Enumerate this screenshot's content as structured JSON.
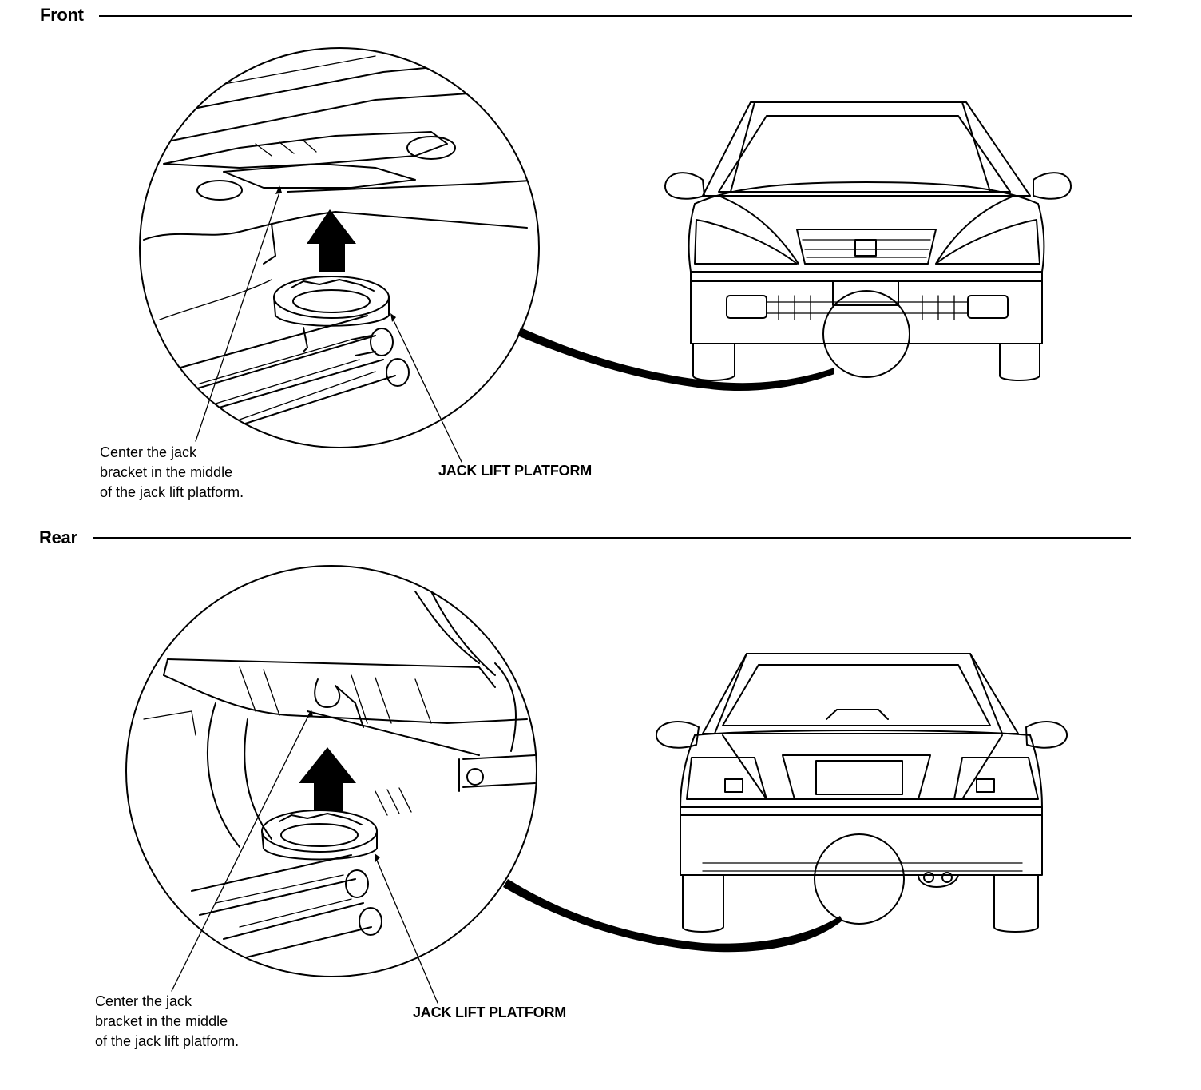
{
  "sections": [
    {
      "title": "Front",
      "note": "Center the jack\nbracket in the middle\nof the jack lift platform.",
      "callout": "JACK LIFT PLATFORM"
    },
    {
      "title": "Rear",
      "note": "Center the jack\nbracket in the middle\nof the jack lift platform.",
      "callout": "JACK LIFT PLATFORM"
    }
  ],
  "icons": [
    "lift-direction-arrow-icon",
    "jack-lift-platform-icon",
    "car-front-view-icon",
    "car-rear-view-icon"
  ]
}
